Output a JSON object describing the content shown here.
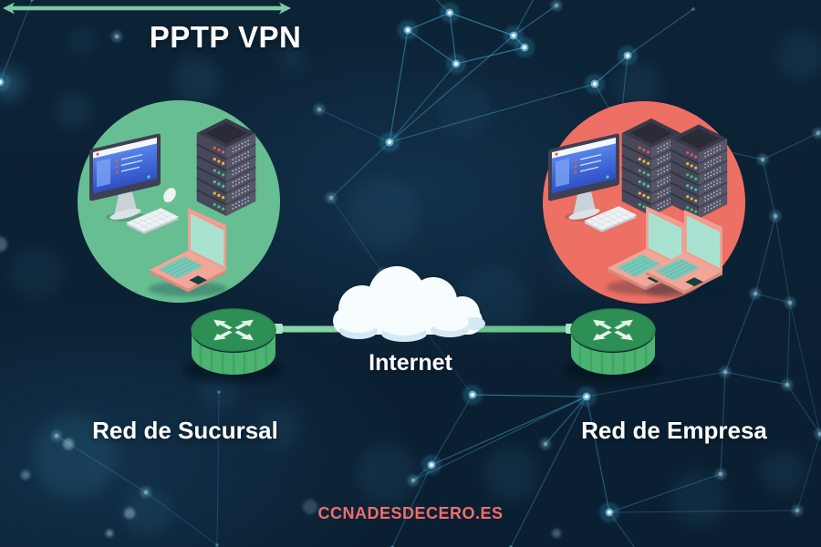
{
  "title": "PPTP VPN",
  "diagram": {
    "internet_label": "Internet",
    "left_network_label": "Red de Sucursal",
    "right_network_label": "Red de Empresa",
    "left_network_devices": [
      "desktop computer",
      "keyboard",
      "mouse",
      "server rack",
      "laptop"
    ],
    "right_network_devices": [
      "desktop computer",
      "keyboard",
      "server rack",
      "server rack",
      "laptop",
      "laptop"
    ]
  },
  "footer": "CCNADESDECERO.ES",
  "icons": {
    "router-icon": "green isometric cylinder with four crossed arrows",
    "internet-cloud-icon": "white cloud over the vpn line",
    "server-rack-icon": "dark isometric server tower with colored status LEDs",
    "desktop-computer-icon": "all-in-one monitor with blue screen",
    "keyboard-icon": "white isometric keyboard",
    "mouse-icon": "white mouse",
    "laptop-icon": "salmon laptop with teal screen",
    "title-underline-arrow": "green double-headed arrow line",
    "network-mesh-background": "cyan plexus nodes and lines on dark navy"
  },
  "colors": {
    "background": "#0c2336",
    "mesh": "#4aa8cf",
    "branch_circle": "#67be92",
    "company_circle": "#ee6f64",
    "router_top": "#2e8f55",
    "router_side": "#4cb371",
    "vpn_line": "#7ccaa1",
    "cloud": "#f7fcff",
    "title_text": "#ffffff",
    "footer_text": "#ee6e6e"
  }
}
